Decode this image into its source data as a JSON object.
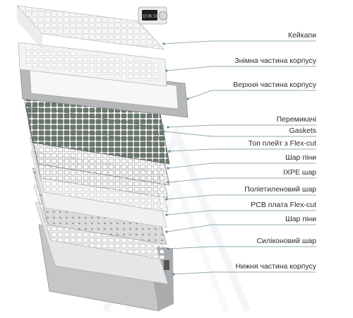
{
  "display": {
    "clock": "12:35:13"
  },
  "labels": [
    {
      "text": "Кейкапи"
    },
    {
      "text": "Знімна частина корпусу"
    },
    {
      "text": "Верхня частина корпусу"
    },
    {
      "text": "Перемикачі"
    },
    {
      "text": "Gaskets"
    },
    {
      "text": "Топ плейт з Flex-cut"
    },
    {
      "text": "Шар піни"
    },
    {
      "text": "IXPE шар"
    },
    {
      "text": "Поліетиленовий шар"
    },
    {
      "text": "PCB плата Flex-cut"
    },
    {
      "text": "Шар піни"
    },
    {
      "text": "Силіконовий шар"
    },
    {
      "text": "Нижня частина корпусу"
    }
  ],
  "colors": {
    "leader_line": "#6f8c9c",
    "case_grey": "#b9bbbd",
    "keycap_white": "#f3f3f3",
    "switch_green": "#5f6e62",
    "pcb_grey": "#d9d9d9"
  }
}
